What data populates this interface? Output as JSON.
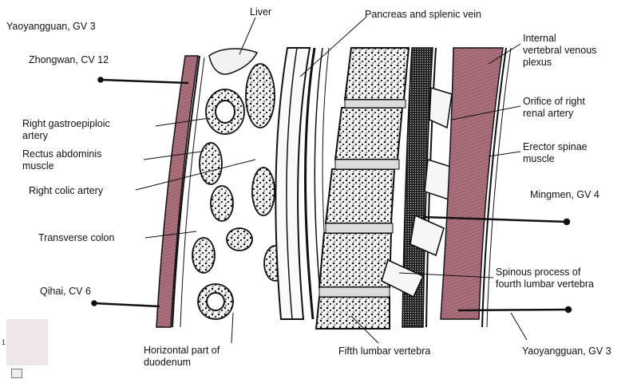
{
  "labels": {
    "yaoyangguan_top": "Yaoyangguan, GV 3",
    "liver": "Liver",
    "pancreas": "Pancreas and splenic vein",
    "internal_venous": [
      "Internal",
      "vertebral venous",
      "plexus"
    ],
    "zhongwan": "Zhongwan, CV 12",
    "orifice": [
      "Orifice of right",
      "renal artery"
    ],
    "gastroepiploic": [
      "Right gastroepiploic",
      "artery"
    ],
    "rectus": [
      "Rectus abdominis",
      "muscle"
    ],
    "erector": [
      "Erector spinae",
      "muscle"
    ],
    "colic": "Right colic artery",
    "mingmen": "Mingmen, GV 4",
    "transverse_colon": "Transverse colon",
    "spinous": [
      "Spinous process of",
      "fourth lumbar vertebra"
    ],
    "qihai": "Qihai, CV 6",
    "duodenum": [
      "Horizontal part of",
      "duodenum"
    ],
    "fifth_lumbar": "Fifth lumbar vertebra",
    "yaoyangguan_bottom": "Yaoyangguan, GV 3",
    "corner_mark": "1"
  },
  "colors": {
    "muscle": "#a9707c",
    "muscle_light": "#d7b3bb",
    "ink": "#111111",
    "paper": "#ffffff"
  }
}
